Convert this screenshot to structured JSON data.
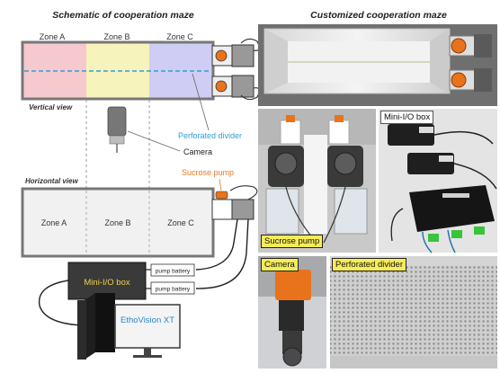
{
  "left_title": "Schematic of cooperation maze",
  "right_title": "Customized cooperation maze",
  "zones": [
    "Zone A",
    "Zone B",
    "Zone C"
  ],
  "vertical_view_label": "Vertical view",
  "horizontal_view_label": "Horizontal view",
  "perforated_divider_label": "Perforated divider",
  "camera_label": "Camera",
  "sucrose_pump_label": "Sucrose pump",
  "mini_io_label": "Mini-I/O box",
  "pump_battery_label": "pump battery",
  "ethovision_label": "EthoVision XT",
  "photo_labels": {
    "mini_io": "Mini-I/O box",
    "sucrose_pump": "Sucrose pump",
    "camera": "Camera",
    "perforated_divider": "Perforated divider"
  },
  "colors": {
    "zone_a": "#f6c9cf",
    "zone_b": "#f7f3bd",
    "zone_c": "#cfcdf3",
    "divider": "#2ea0d6",
    "pump_label": "#e87722",
    "mini_io_fill": "#3a3a3a",
    "mini_io_text": "#f1d24a",
    "ethovision_text": "#2b84c6",
    "pump_orange": "#e8731c",
    "tag_yellow": "#f6ec58"
  }
}
